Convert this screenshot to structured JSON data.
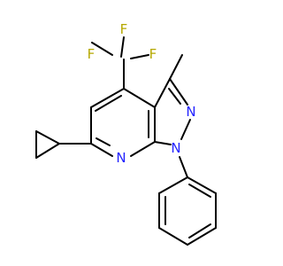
{
  "molecule": {
    "atom_labels": {
      "f_top": "F",
      "f_left": "F",
      "f_right": "F",
      "n_pyrazole": "N",
      "n_pyridine": "N",
      "n_phenyl": "N"
    },
    "colors": {
      "bond": "#000000",
      "fluorine": "#b5a800",
      "nitrogen": "#2020ff"
    }
  }
}
